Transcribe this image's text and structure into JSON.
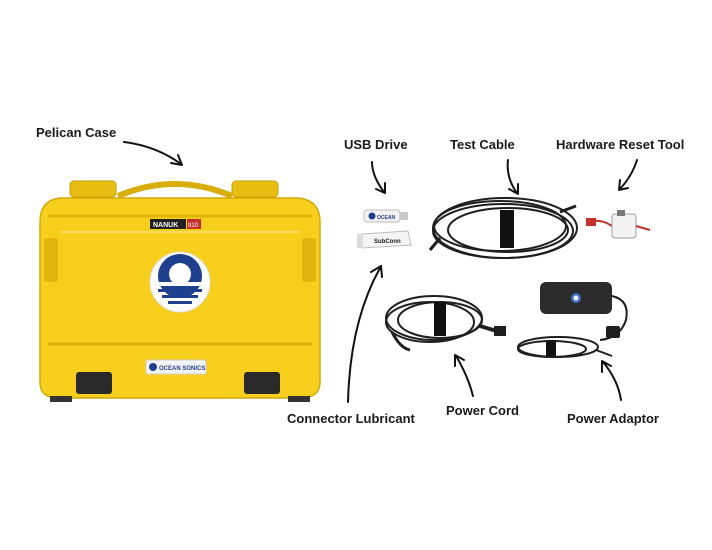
{
  "labels": {
    "pelican_case": "Pelican Case",
    "usb_drive": "USB Drive",
    "test_cable": "Test Cable",
    "hardware_reset_tool": "Hardware Reset Tool",
    "connector_lubricant": "Connector Lubricant",
    "power_cord": "Power Cord",
    "power_adaptor": "Power Adaptor"
  },
  "case": {
    "brand_logo_text": "NANUK",
    "model_text": "910",
    "nameplate_text": "OCEAN SONICS"
  },
  "usb_drive": {
    "logo_text": "OCEAN"
  },
  "lubricant": {
    "brand_text": "SubConn"
  },
  "colors": {
    "case_yellow": "#F7CF1C",
    "case_shadow": "#E2B50E",
    "logo_blue": "#1F3F8F",
    "cable_black": "#1f1f1f",
    "reset_tool_red": "#C4302B"
  }
}
